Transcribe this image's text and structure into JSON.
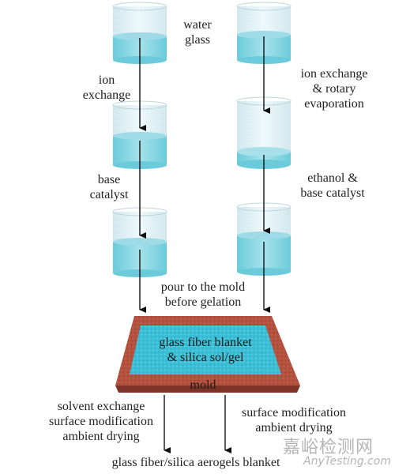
{
  "labels": {
    "water_glass_1": "water",
    "water_glass_2": "glass",
    "ion_exchange_1": "ion",
    "ion_exchange_2": "exchange",
    "base_catalyst_1": "base",
    "base_catalyst_2": "catalyst",
    "ion_exchange_rotary_1": "ion exchange",
    "ion_exchange_rotary_2": "& rotary",
    "ion_exchange_rotary_3": "evaporation",
    "ethanol_base_1": "ethanol &",
    "ethanol_base_2": "base catalyst",
    "pour_1": "pour to the mold",
    "pour_2": "before gelation",
    "mold_inner_1": "glass fiber blanket",
    "mold_inner_2": "& silica sol/gel",
    "mold": "mold",
    "left_post_1": "solvent exchange",
    "left_post_2": "surface modification",
    "left_post_3": "ambient drying",
    "right_post_1": "surface modification",
    "right_post_2": "ambient drying",
    "final": "glass fiber/silica aerogels blanket"
  },
  "watermark": {
    "cn": "嘉峪检测网",
    "en": "AnyTesting.com"
  },
  "colors": {
    "liquid": "#7fd3e0",
    "glass": "#d9eef4",
    "mold_frame": "#b5523f",
    "mold_fill": "#45c4d8",
    "arrow": "#111111"
  }
}
